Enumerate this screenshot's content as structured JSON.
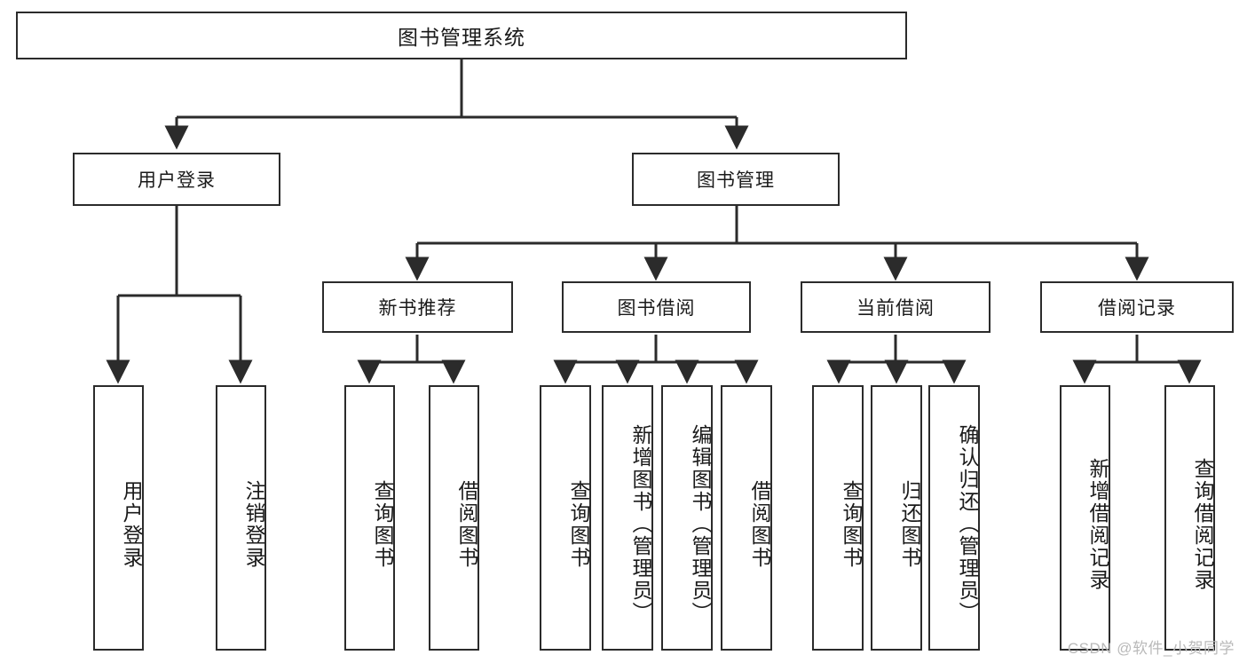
{
  "diagram": {
    "type": "tree",
    "title": "图书管理系统",
    "watermark": "CSDN @软件_小贺同学",
    "colors": {
      "box_border": "#2b2b2b",
      "box_fill": "#ffffff",
      "connector": "#2b2b2b",
      "text": "#1a1a1a",
      "watermark": "#b9b9b9"
    },
    "root": {
      "label": "图书管理系统"
    },
    "level2": [
      {
        "label": "用户登录"
      },
      {
        "label": "图书管理"
      }
    ],
    "level3": [
      {
        "label": "新书推荐"
      },
      {
        "label": "图书借阅"
      },
      {
        "label": "当前借阅"
      },
      {
        "label": "借阅记录"
      }
    ],
    "leaves": {
      "user_login": [
        {
          "label": "用户登录"
        },
        {
          "label": "注销登录"
        }
      ],
      "new_book_recommend": [
        {
          "label": "查询图书"
        },
        {
          "label": "借阅图书"
        }
      ],
      "book_borrow": [
        {
          "label": "查询图书"
        },
        {
          "label": "新增图书（管理员）"
        },
        {
          "label": "编辑图书（管理员）"
        },
        {
          "label": "借阅图书"
        }
      ],
      "current_borrow": [
        {
          "label": "查询图书"
        },
        {
          "label": "归还图书"
        },
        {
          "label": "确认归还（管理员）"
        }
      ],
      "borrow_records": [
        {
          "label": "新增借阅记录"
        },
        {
          "label": "查询借阅记录"
        }
      ]
    }
  }
}
